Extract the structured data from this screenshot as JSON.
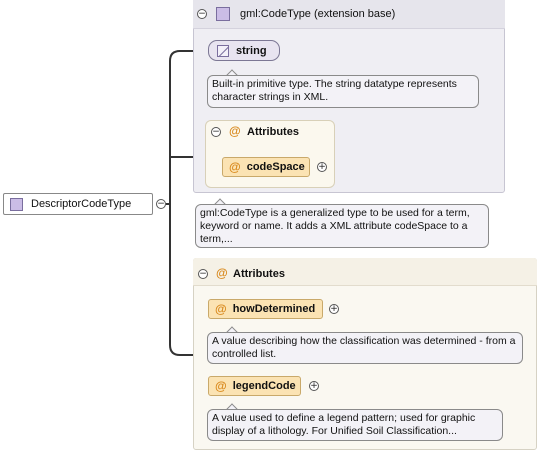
{
  "root": {
    "label": "DescriptorCodeType"
  },
  "base": {
    "label": "gml:CodeType (extension base)"
  },
  "string_node": {
    "label": "string",
    "doc": "Built-in primitive type. The string datatype represents character strings in XML."
  },
  "base_attributes": {
    "label": "Attributes",
    "items": [
      {
        "name": "codeSpace"
      }
    ]
  },
  "base_doc": "gml:CodeType is a generalized type to be used for a term, keyword or name. It adds a XML attribute codeSpace to a term,...",
  "attributes": {
    "label": "Attributes",
    "items": [
      {
        "name": "howDetermined",
        "doc": "A value describing how the classification was determined - from a controlled list."
      },
      {
        "name": "legendCode",
        "doc": "A value used to define a legend pattern; used for graphic display of a lithology. For Unified Soil Classification..."
      }
    ]
  },
  "symbols": {
    "collapse": "−",
    "expand": "+",
    "attribute": "@"
  },
  "colors": {
    "type_icon": "#cbbde6",
    "attribute_fill": "#fbe3b3",
    "attribute_symbol": "#d98a1e"
  }
}
